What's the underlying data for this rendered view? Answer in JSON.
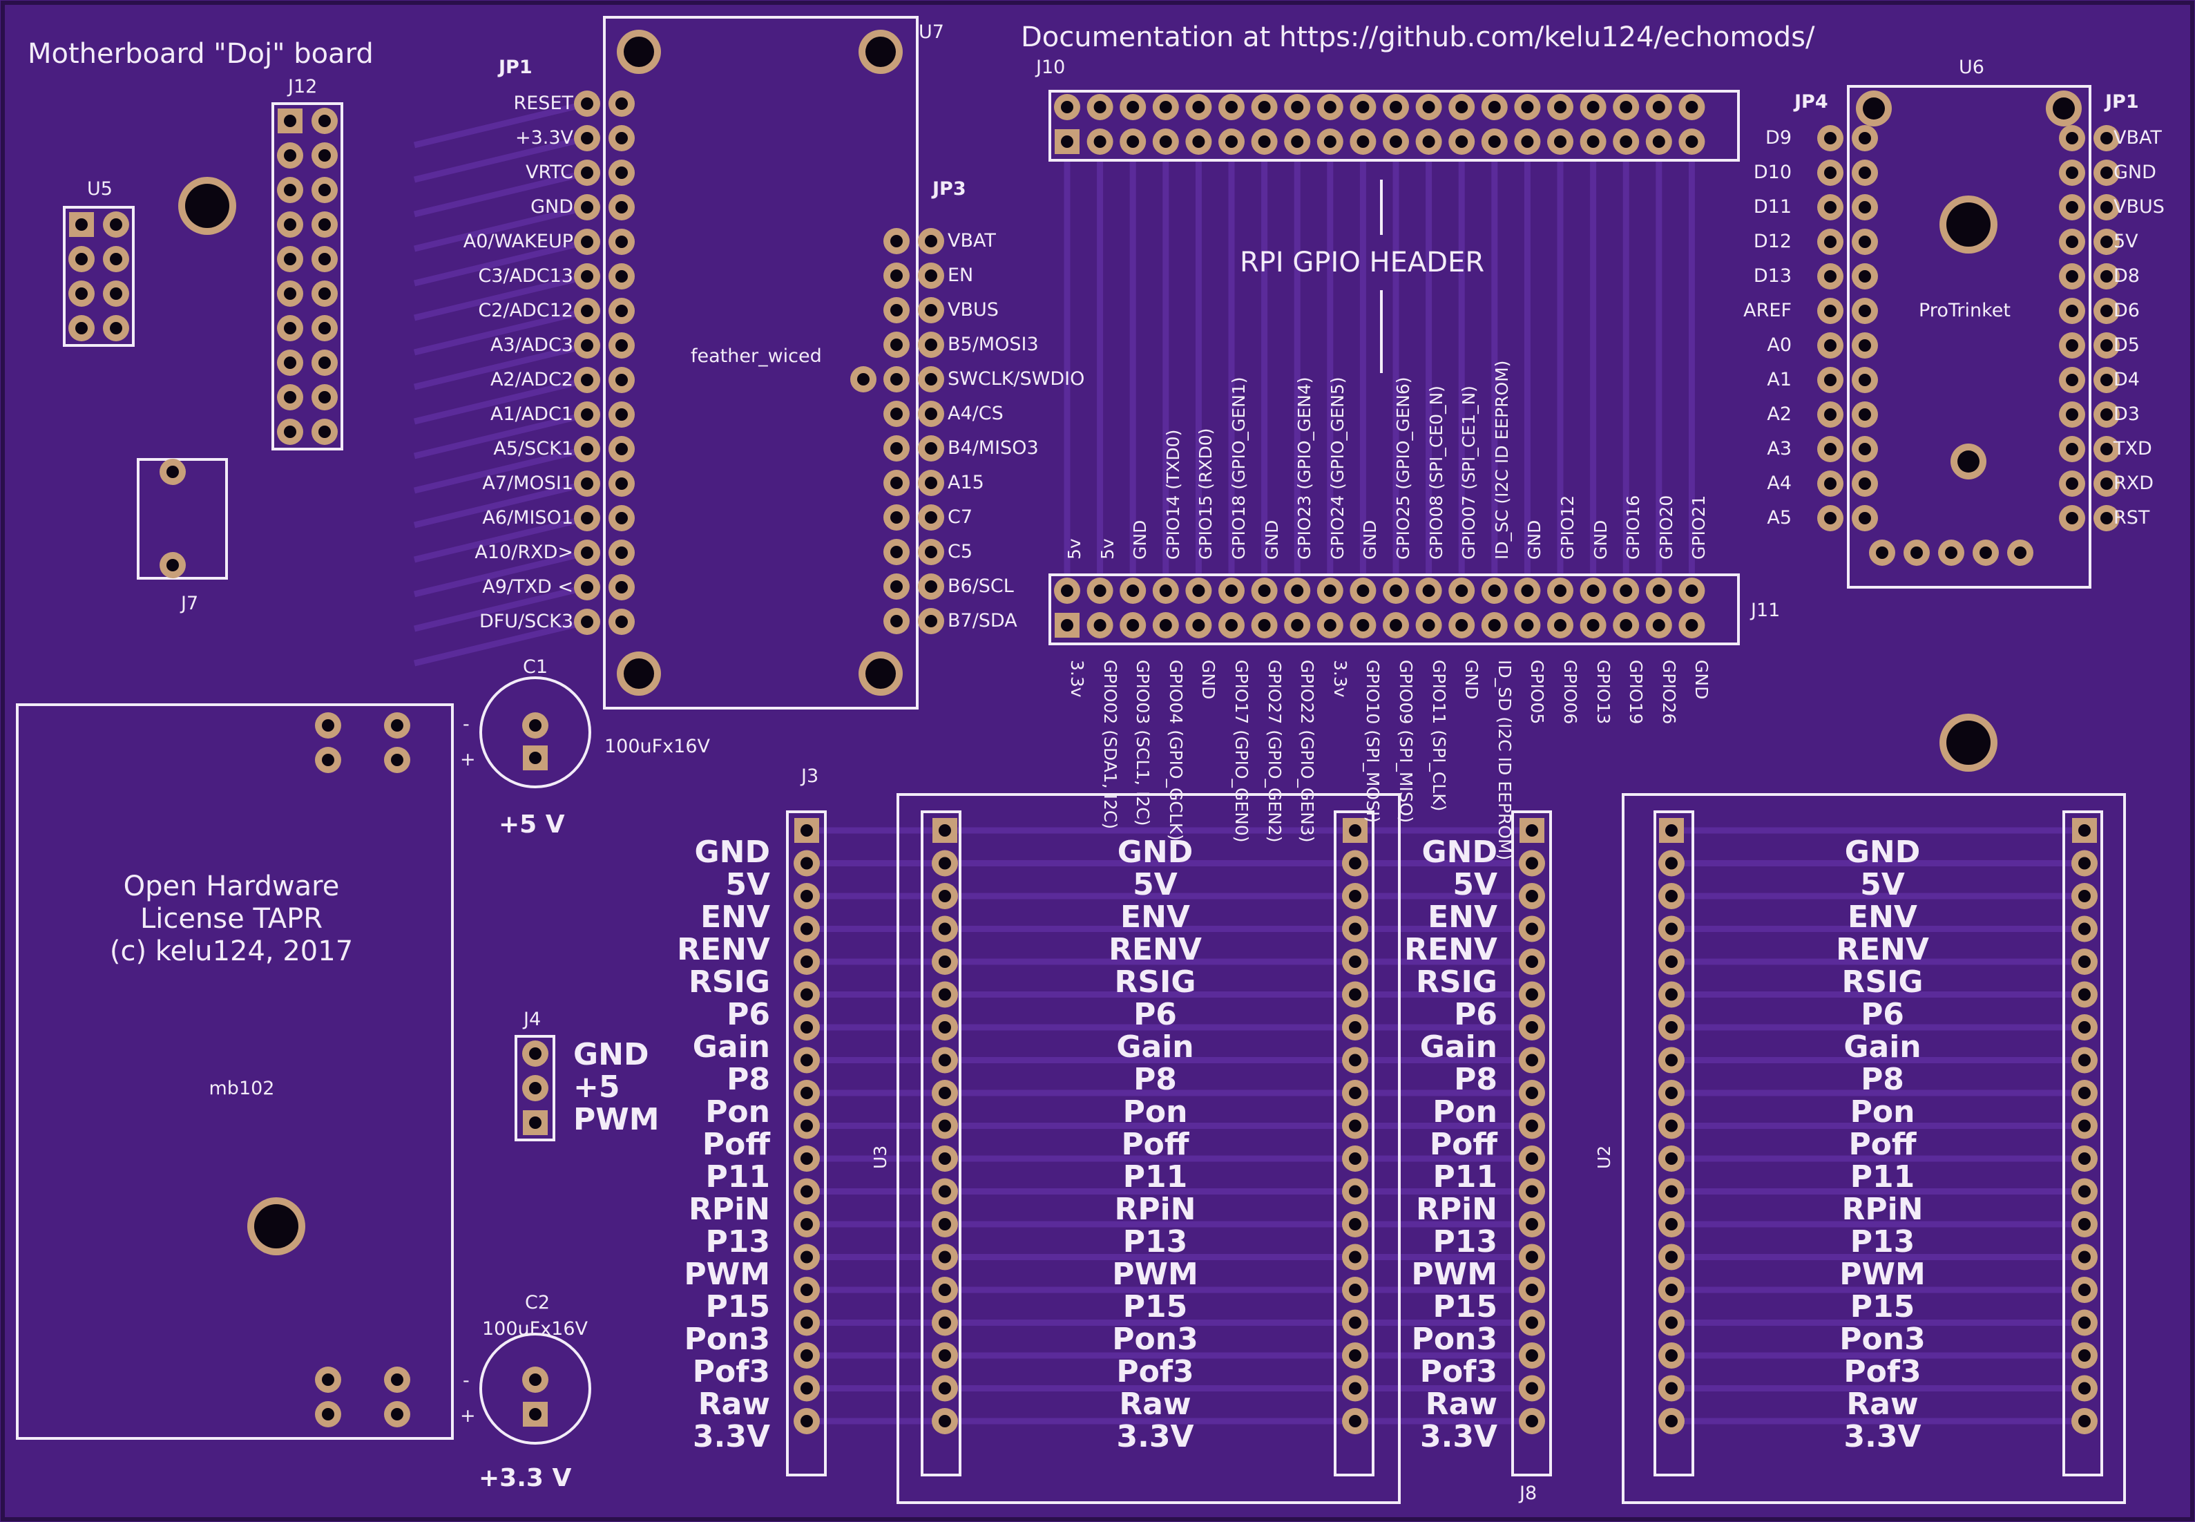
{
  "board": {
    "title": "Motherboard \"Doj\" board",
    "documentation": "Documentation at https://github.com/kelu124/echomods/",
    "license": [
      "Open Hardware",
      "License TAPR",
      "(c) kelu124, 2017"
    ],
    "colors": {
      "substrate": "#4a1e80",
      "trace": "#5b2b9a",
      "copper": "#c8a07a",
      "silk": "#f3ecf8",
      "hole": "#0a0510"
    }
  },
  "refs": {
    "u5": "U5",
    "j12": "J12",
    "j7": "J7",
    "jp1_left": "JP1",
    "u7": "U7",
    "jp3": "JP3",
    "j10": "J10",
    "j11": "J11",
    "jp4": "JP4",
    "u6": "U6",
    "jp1_right": "JP1",
    "c1": "C1",
    "c2": "C2",
    "j3": "J3",
    "j4": "J4",
    "j8": "J8",
    "u3": "U3",
    "u2": "U2"
  },
  "feather": {
    "name": "feather_wiced",
    "left_pins": [
      "RESET",
      "+3.3V",
      "VRTC",
      "GND",
      "A0/WAKEUP",
      "C3/ADC13",
      "C2/ADC12",
      "A3/ADC3",
      "A2/ADC2",
      "A1/ADC1",
      "A5/SCK1",
      "A7/MOSI1",
      "A6/MISO1",
      "A10/RXD>",
      "A9/TXD <",
      "DFU/SCK3"
    ],
    "right_pins": [
      "VBAT",
      "EN",
      "VBUS",
      "B5/MOSI3",
      "SWCLK/SWDIO",
      "A4/CS",
      "B4/MISO3",
      "A15",
      "C7",
      "C5",
      "B6/SCL",
      "B7/SDA"
    ]
  },
  "rpi": {
    "header_title": "RPI GPIO HEADER",
    "top_labels": [
      "5v",
      "5v",
      "GND",
      "GPIO14 (TXD0)",
      "GPIO15 (RXD0)",
      "GPIO18 (GPIO_GEN1)",
      "GND",
      "GPIO23 (GPIO_GEN4)",
      "GPIO24 (GPIO_GEN5)",
      "GND",
      "GPIO25 (GPIO_GEN6)",
      "GPIO08 (SPI_CE0_N)",
      "GPIO07 (SPI_CE1_N)",
      "ID_SC (I2C ID EEPROM)",
      "GND",
      "GPIO12",
      "GND",
      "GPIO16",
      "GPIO20",
      "GPIO21"
    ],
    "bottom_labels": [
      "3.3v",
      "GPIO02 (SDA1, I2C)",
      "GPIO03 (SCL1, I2C)",
      "GPIO04 (GPIO_GCLK)",
      "GND",
      "GPIO17 (GPIO_GEN0)",
      "GPIO27 (GPIO_GEN2)",
      "GPIO22 (GPIO_GEN3)",
      "3.3v",
      "GPIO10 (SPI_MOSI)",
      "GPIO09 (SPI_MISO)",
      "GPIO11 (SPI_CLK)",
      "GND",
      "ID_SD (I2C ID EEPROM)",
      "GPIO05",
      "GPIO06",
      "GPIO13",
      "GPIO19",
      "GPIO26",
      "GND"
    ]
  },
  "protrinket": {
    "name": "ProTrinket",
    "left_pins": [
      "D9",
      "D10",
      "D11",
      "D12",
      "D13",
      "AREF",
      "A0",
      "A1",
      "A2",
      "A3",
      "A4",
      "A5"
    ],
    "right_pins": [
      "VBAT",
      "GND",
      "VBUS",
      "5V",
      "D8",
      "D6",
      "D5",
      "D4",
      "D3",
      "TXD",
      "RXD",
      "RST"
    ]
  },
  "caps": {
    "c1_value": "100uFx16V",
    "c1_rail": "+5 V",
    "c2_value": "100uFx16V",
    "c2_rail": "+3.3 V",
    "minus": "-",
    "plus": "+"
  },
  "j4": {
    "pins": [
      "GND",
      "+5",
      "PWM"
    ]
  },
  "mb102": "mb102",
  "bus_labels": [
    "GND",
    "5V",
    "ENV",
    "RENV",
    "RSIG",
    "P6",
    "Gain",
    "P8",
    "Pon",
    "Poff",
    "P11",
    "RPiN",
    "P13",
    "PWM",
    "P15",
    "Pon3",
    "Pof3",
    "Raw",
    "3.3V"
  ]
}
